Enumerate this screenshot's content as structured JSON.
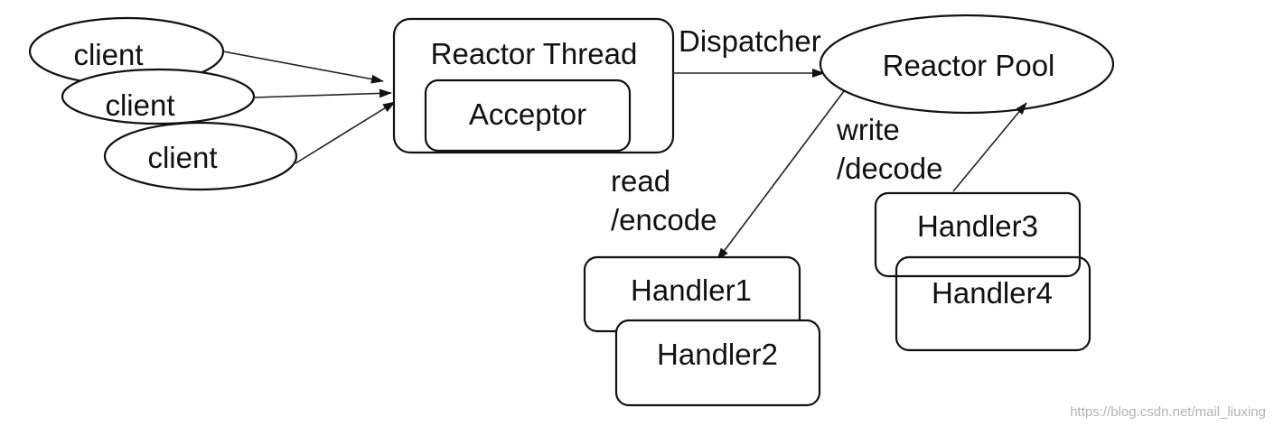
{
  "clients": [
    "client",
    "client",
    "client"
  ],
  "reactor_thread": {
    "title": "Reactor Thread",
    "acceptor": "Acceptor"
  },
  "dispatcher_label": "Dispatcher",
  "reactor_pool": "Reactor Pool",
  "read_label": {
    "line1": "read",
    "line2": "/encode"
  },
  "write_label": {
    "line1": "write",
    "line2": "/decode"
  },
  "handlers": [
    "Handler1",
    "Handler2",
    "Handler3",
    "Handler4"
  ],
  "watermark": "https://blog.csdn.net/mail_liuxing"
}
